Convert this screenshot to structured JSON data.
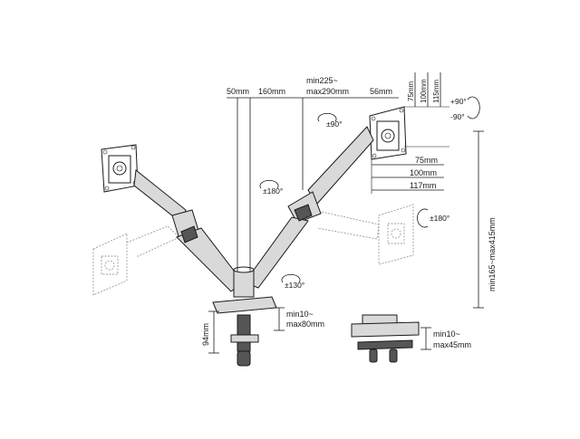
{
  "dimensions": {
    "offset_50": "50mm",
    "offset_160": "160mm",
    "reach_min": "min225~",
    "reach_max": "max290mm",
    "head_56": "56mm",
    "vesa_v75": "75mm",
    "vesa_v100": "100mm",
    "vesa_v115": "115mm",
    "vesa_h75": "75mm",
    "vesa_h100": "100mm",
    "vesa_h117": "117mm",
    "height_range": "min165~max415mm",
    "clamp_height": "94mm",
    "clamp_min": "min10~",
    "clamp_max": "max80mm",
    "grommet_min": "min10~",
    "grommet_max": "max45mm"
  },
  "rotations": {
    "tilt_up": "+90°",
    "tilt_down": "-90°",
    "rotate_90": "±90°",
    "swivel_left": "±180°",
    "swivel_right": "±180°",
    "base_130": "±130°"
  }
}
